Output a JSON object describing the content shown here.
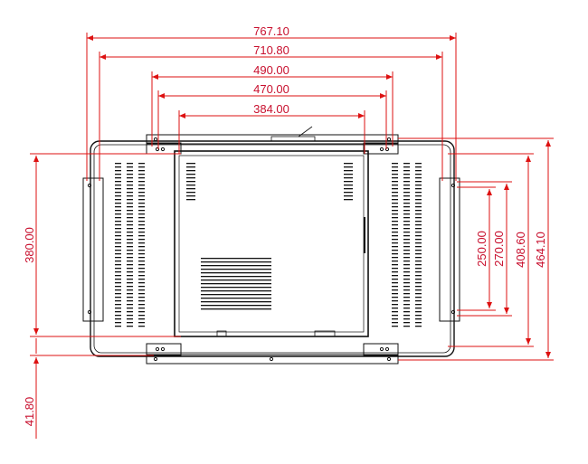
{
  "drawing": {
    "colors": {
      "dimension": "#d11111",
      "outline": "#111111"
    },
    "dimensions": {
      "top_767": "767.10",
      "top_710": "710.80",
      "top_490": "490.00",
      "top_470": "470.00",
      "top_384": "384.00",
      "left_380": "380.00",
      "left_41": "41.80",
      "right_250": "250.00",
      "right_270": "270.00",
      "right_408": "408.60",
      "right_464": "464.10"
    }
  }
}
